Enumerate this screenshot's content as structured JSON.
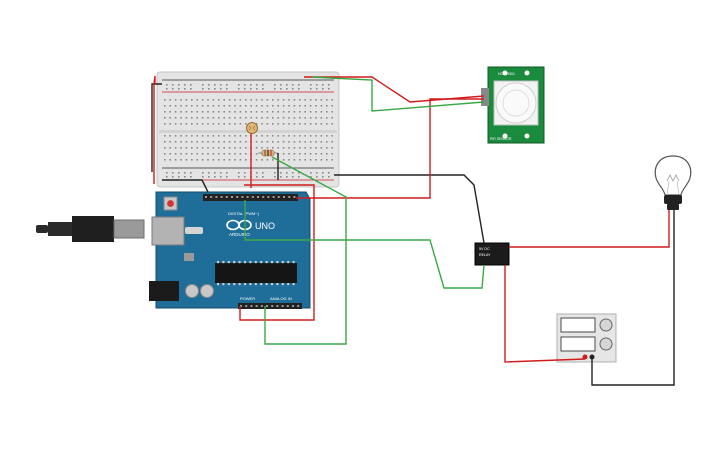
{
  "colors": {
    "background": "#ffffff",
    "wire_red": "#d01c1c",
    "wire_green": "#3aa845",
    "wire_black": "#222222",
    "arduino_blue": "#1f6e9a",
    "breadboard": "#e4e4e4",
    "pir_green": "#1a8a3c",
    "relay_black": "#1b1b1b",
    "psu_gray": "#e6e6e6"
  },
  "components": {
    "arduino": {
      "brand": "ARDUINO",
      "model": "UNO",
      "digital_label": "DIGITAL (PWM~)",
      "power_label": "POWER",
      "analog_label": "ANALOG IN",
      "icon": "arduino-infinity-logo-icon"
    },
    "relay": {
      "label_1": "5V DC",
      "label_2": "RELAY"
    },
    "pir": {
      "label_top": "HC-SR501",
      "label_bottom": "PIR SENSOR",
      "icon": "pir-dome-icon"
    },
    "bulb": {
      "icon": "light-bulb-icon"
    },
    "usb": {
      "icon": "usb-cable-icon"
    },
    "psu": {
      "icon": "power-supply-icon"
    }
  }
}
